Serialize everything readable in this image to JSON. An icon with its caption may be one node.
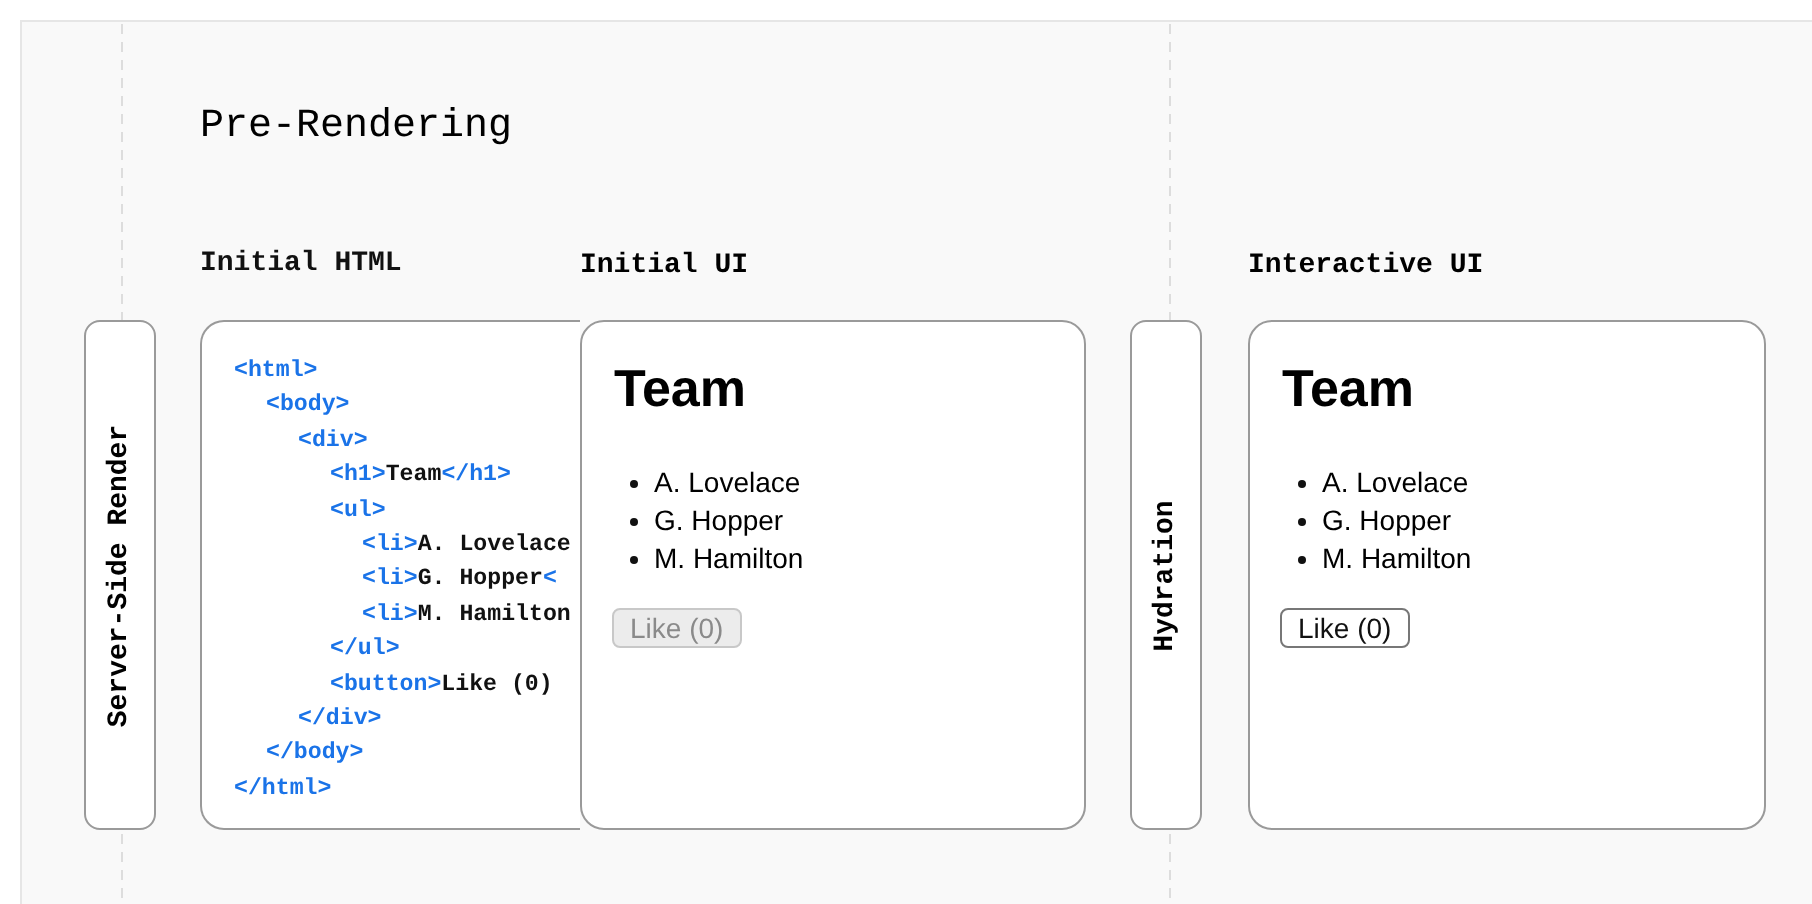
{
  "diagram": {
    "title": "Pre-Rendering",
    "nodes": [
      {
        "text": [
          "Server-Side Render"
        ]
      },
      {
        "text": [
          "Initial HTML",
          "<html>",
          "<body>",
          "<div>",
          "<h1>Team</h1>",
          "<ul>",
          "<li>A. Lovelace",
          "<li>G. Hopper<",
          "<li>M. Hamilton",
          "</ul>",
          "<button>Like (0)",
          "</div>",
          "</body>",
          "</html>"
        ]
      },
      {
        "text": [
          "Initial UI",
          "Team",
          "A. Lovelace",
          "G. Hopper",
          "M. Hamilton",
          "Like (0)"
        ]
      },
      {
        "text": [
          "Hydration"
        ]
      },
      {
        "text": [
          "Interactive UI",
          "Team",
          "A. Lovelace",
          "G. Hopper",
          "M. Hamilton",
          "Like (0)"
        ]
      }
    ],
    "edges": []
  }
}
